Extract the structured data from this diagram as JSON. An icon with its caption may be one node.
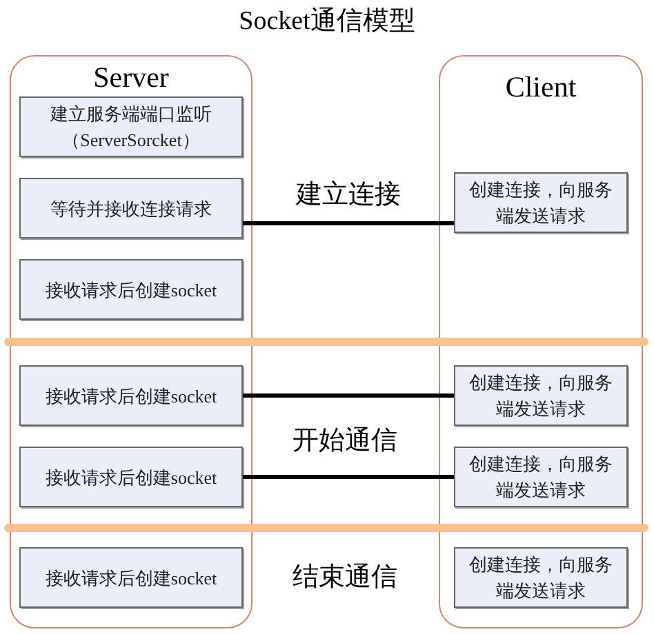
{
  "diagram": {
    "title": "Socket通信模型",
    "nodes": [
      {
        "text": [
          "Server"
        ]
      },
      {
        "text": [
          "建立服务端端口监听（ServerSorcket）"
        ],
        "in": 0
      },
      {
        "text": [
          "等待并接收连接请求"
        ],
        "in": 0
      },
      {
        "text": [
          "接收请求后创建socket"
        ],
        "in": 0
      },
      {
        "text": [
          "接收请求后创建socket"
        ],
        "in": 0
      },
      {
        "text": [
          "接收请求后创建socket"
        ],
        "in": 0
      },
      {
        "text": [
          "接收请求后创建socket"
        ],
        "in": 0
      },
      {
        "text": [
          "Client"
        ]
      },
      {
        "text": [
          "创建连接，向服务端发送请求"
        ],
        "in": 7
      },
      {
        "text": [
          "创建连接，向服务端发送请求"
        ],
        "in": 7
      },
      {
        "text": [
          "创建连接，向服务端发送请求"
        ],
        "in": 7
      },
      {
        "text": [
          "创建连接，向服务端发送请求"
        ],
        "in": 7
      }
    ],
    "edges": [
      {
        "from": 2,
        "to": 8,
        "arrow": "none",
        "label": "建立连接"
      },
      {
        "from": 4,
        "to": 9,
        "arrow": "none"
      },
      {
        "from": 5,
        "to": 10,
        "arrow": "none"
      }
    ],
    "labels": [
      "开始通信",
      "结束通信"
    ]
  }
}
